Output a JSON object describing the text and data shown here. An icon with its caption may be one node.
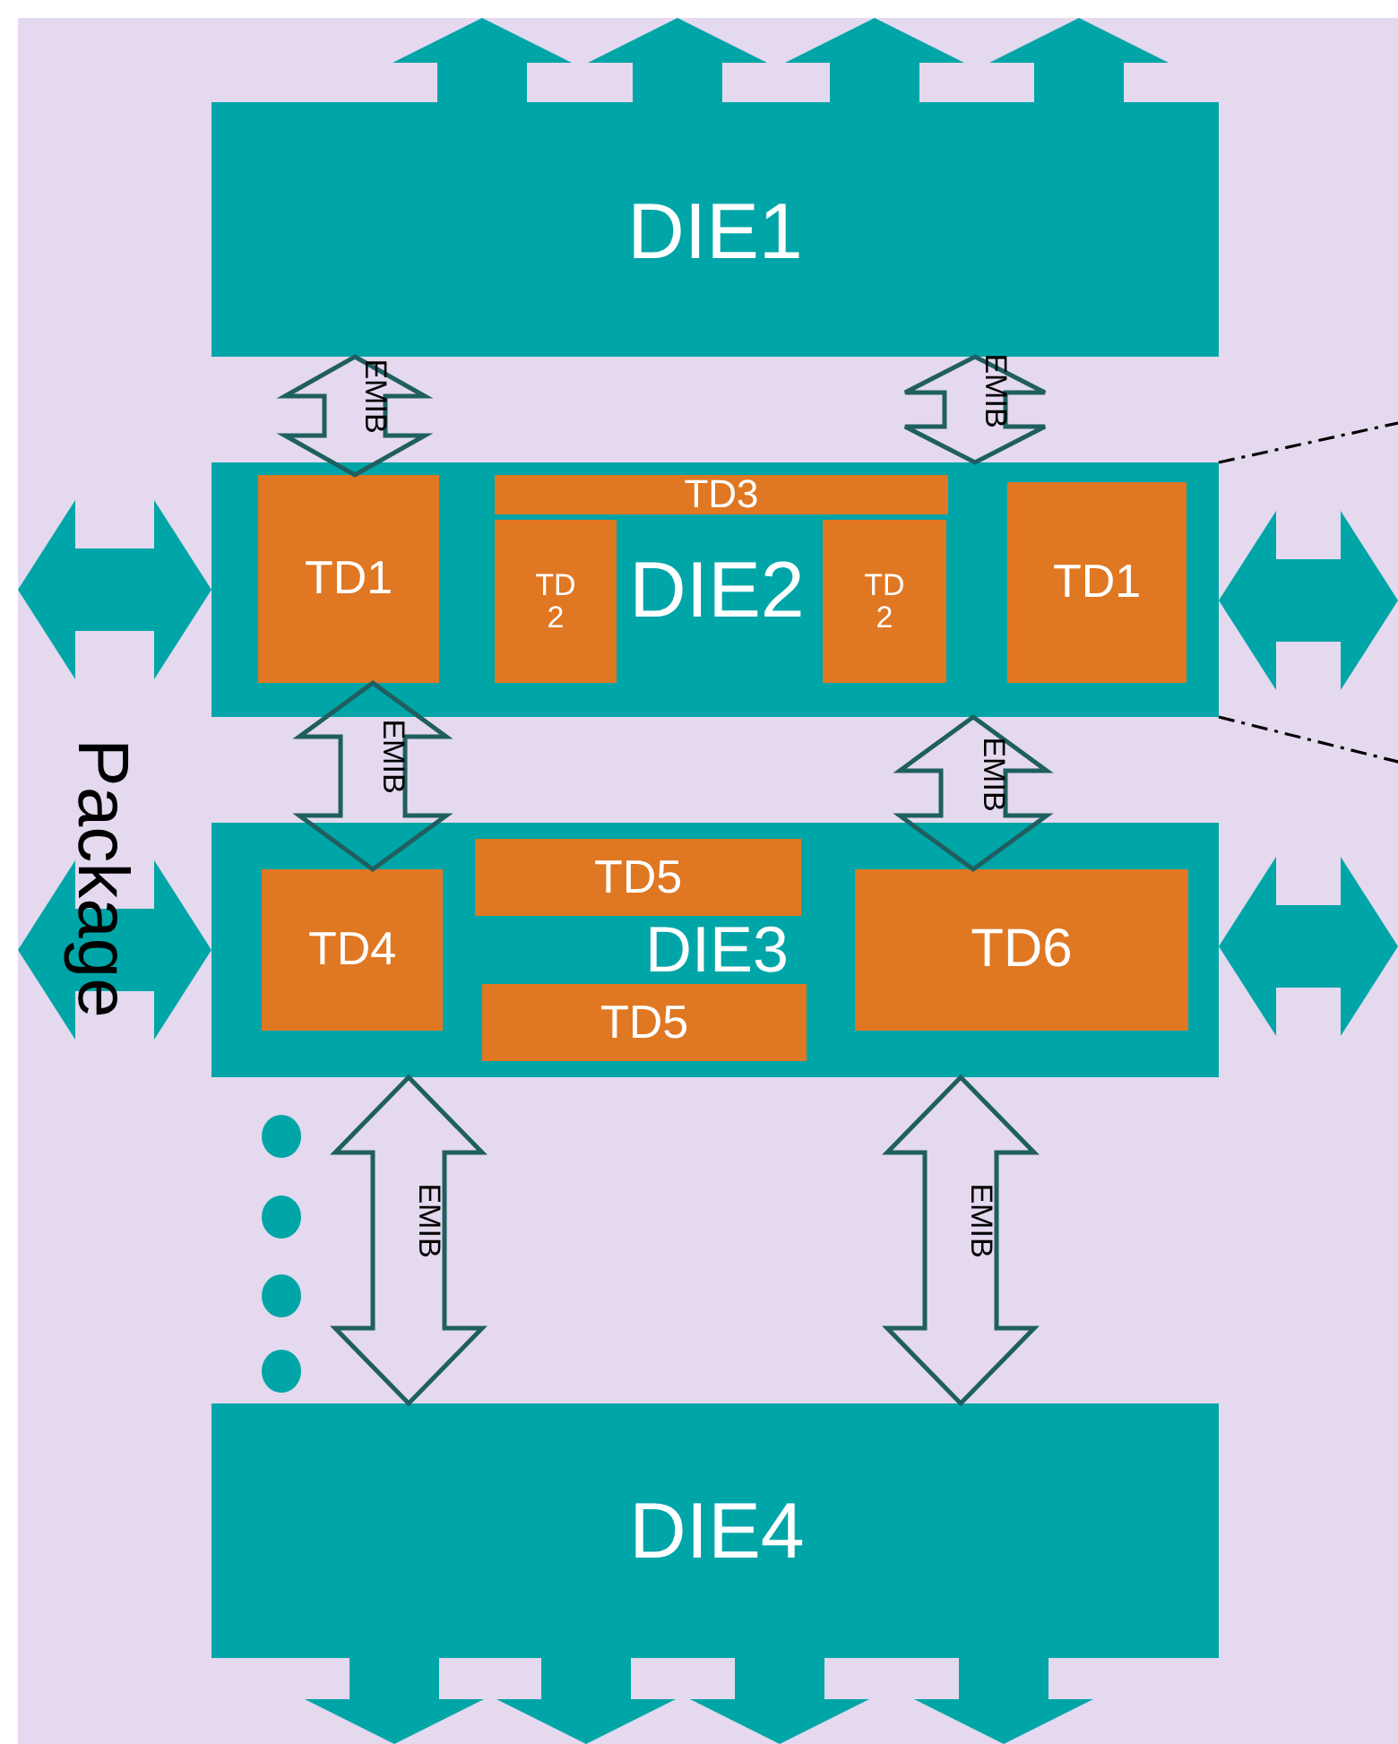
{
  "diagram": {
    "nodes": [
      {
        "text": [
          "Package"
        ]
      },
      {
        "text": [
          "DIE1"
        ],
        "in": 0
      },
      {
        "text": [
          "DIE2"
        ],
        "in": 0
      },
      {
        "text": [
          "TD1"
        ],
        "in": 2
      },
      {
        "text": [
          "TD3"
        ],
        "in": 2
      },
      {
        "text": [
          "TD 2"
        ],
        "in": 2
      },
      {
        "text": [
          "TD 2"
        ],
        "in": 2
      },
      {
        "text": [
          "TD1"
        ],
        "in": 2
      },
      {
        "text": [
          "DIE3"
        ],
        "in": 0
      },
      {
        "text": [
          "TD5"
        ],
        "in": 8
      },
      {
        "text": [
          "TD4"
        ],
        "in": 8
      },
      {
        "text": [
          "TD6"
        ],
        "in": 8
      },
      {
        "text": [
          "TD5"
        ],
        "in": 8
      },
      {
        "text": [
          "DIE4"
        ],
        "in": 0
      }
    ],
    "edges": [
      {
        "from": 1,
        "to": null,
        "arrow": "to",
        "style": "thick"
      },
      {
        "from": 1,
        "to": null,
        "arrow": "to",
        "style": "thick"
      },
      {
        "from": 1,
        "to": null,
        "arrow": "to",
        "style": "thick"
      },
      {
        "from": 1,
        "to": null,
        "arrow": "to",
        "style": "thick"
      },
      {
        "from": 1,
        "to": 3,
        "arrow": "both",
        "label": "EMIB",
        "color": "#1f5f5f"
      },
      {
        "from": 1,
        "to": 2,
        "arrow": "both",
        "label": "EMIB",
        "color": "#1f5f5f"
      },
      {
        "from": 2,
        "to": null,
        "arrow": "none",
        "style": "dashed",
        "color": "#000000"
      },
      {
        "from": null,
        "to": 2,
        "arrow": "both",
        "style": "thick"
      },
      {
        "from": 2,
        "to": null,
        "arrow": "both",
        "style": "thick"
      },
      {
        "from": 2,
        "to": null,
        "arrow": "none",
        "style": "dashed",
        "color": "#000000"
      },
      {
        "from": 3,
        "to": 10,
        "arrow": "both",
        "label": "EMIB",
        "color": "#1f5f5f"
      },
      {
        "from": 2,
        "to": 11,
        "arrow": "both",
        "label": "EMIB",
        "color": "#1f5f5f"
      },
      {
        "from": null,
        "to": 8,
        "arrow": "both",
        "style": "thick"
      },
      {
        "from": 8,
        "to": null,
        "arrow": "both",
        "style": "thick"
      },
      {
        "from": 8,
        "to": 13,
        "arrow": "both",
        "label": "EMIB",
        "color": "#1f5f5f"
      },
      {
        "from": 8,
        "to": 13,
        "arrow": "both",
        "label": "EMIB",
        "color": "#1f5f5f"
      },
      {
        "from": 13,
        "to": null,
        "arrow": "to",
        "style": "thick"
      },
      {
        "from": 13,
        "to": null,
        "arrow": "to",
        "style": "thick"
      },
      {
        "from": 13,
        "to": null,
        "arrow": "to",
        "style": "thick"
      },
      {
        "from": 13,
        "to": null,
        "arrow": "to",
        "style": "thick"
      }
    ]
  }
}
